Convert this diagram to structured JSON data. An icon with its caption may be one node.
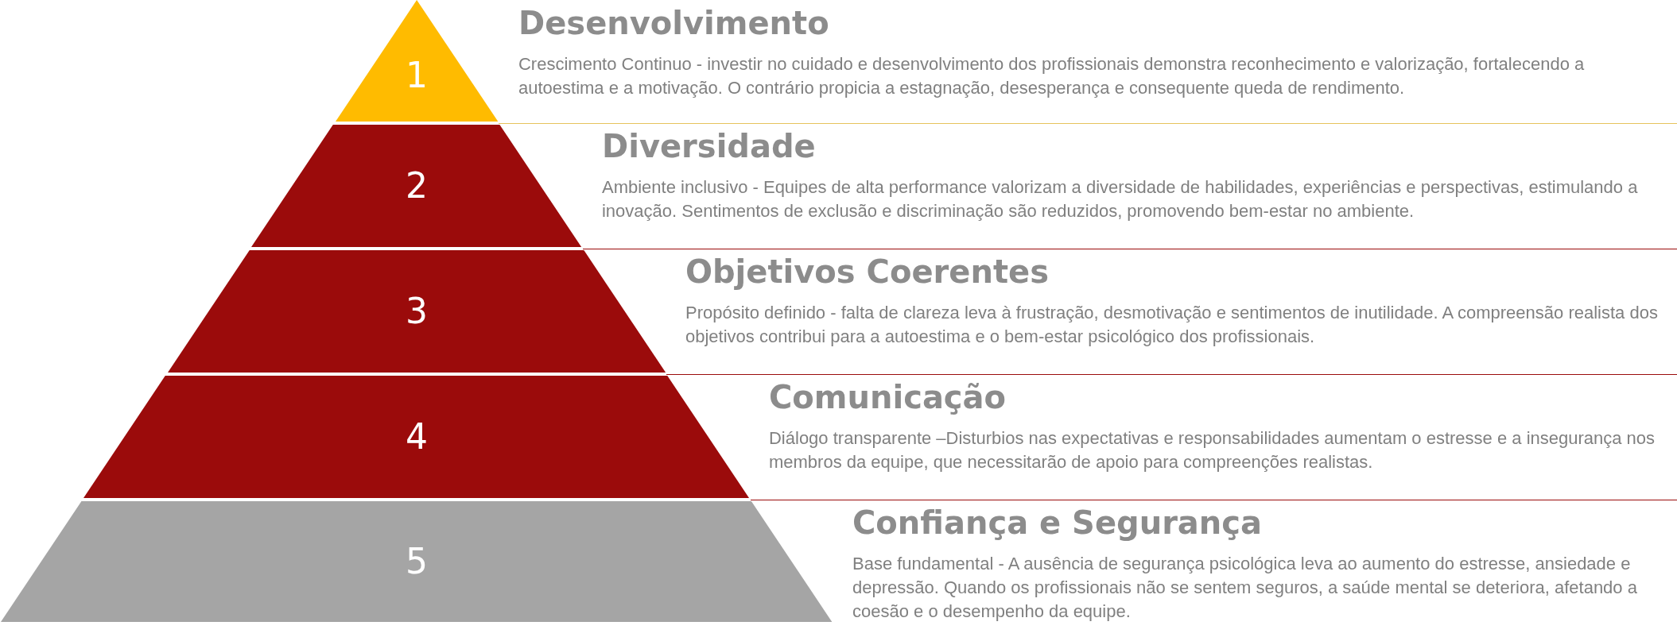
{
  "diagram": {
    "nodes": [
      {
        "text": [
          "1"
        ],
        "beside": [
          "Desenvolvimento",
          "Crescimento Continuo - investir no cuidado e desenvolvimento dos profissionais demonstra reconhecimento e valorização, fortalecendo a autoestima e a motivação. O contrário propicia a estagnação, desesperança e consequente queda de rendimento."
        ]
      },
      {
        "text": [
          "2"
        ],
        "beside": [
          "Diversidade",
          "Ambiente inclusivo - Equipes de alta performance valorizam a diversidade de habilidades, experiências e perspectivas, estimulando a inovação. Sentimentos de exclusão e discriminação são reduzidos, promovendo bem-estar no ambiente."
        ]
      },
      {
        "text": [
          "3"
        ],
        "beside": [
          "Objetivos Coerentes",
          "Propósito definido - falta de clareza leva à frustração, desmotivação e sentimentos de inutilidade. A compreensão realista dos objetivos contribui para a autoestima e o bem-estar psicológico dos profissionais."
        ]
      },
      {
        "text": [
          "4"
        ],
        "beside": [
          "Comunicação",
          "Diálogo transparente –Disturbios nas expectativas e responsabilidades aumentam o estresse e a insegurança nos membros da equipe, que necessitarão de apoio para compreenções realistas."
        ]
      },
      {
        "text": [
          "5"
        ],
        "beside": [
          "Confiança e Segurança",
          "Base fundamental - A ausência de segurança psicológica leva ao aumento do estresse, ansiedade e depressão. Quando os profissionais não se sentem seguros, a saúde mental se deteriora, afetando a coesão e o desempenho da equipe."
        ]
      }
    ]
  }
}
